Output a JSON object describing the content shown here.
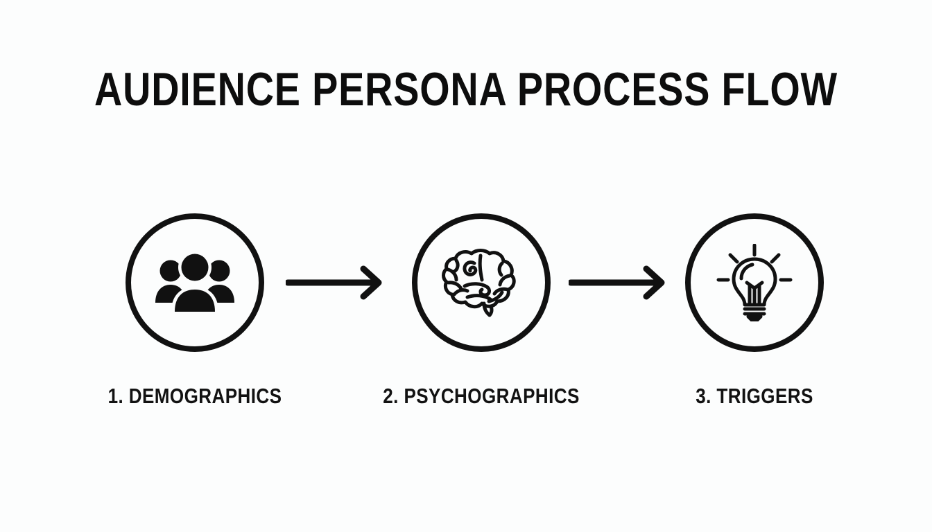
{
  "page": {
    "title": "AUDIENCE PERSONA PROCESS FLOW",
    "background_color": "#fcfdfd",
    "ink_color": "#111111"
  },
  "diagram": {
    "type": "process-flow",
    "orientation": "horizontal",
    "step_count": 3,
    "steps": [
      {
        "number": "1.",
        "label": "1. DEMOGRAPHICS",
        "icon": "people-group-icon",
        "icon_style": "solid"
      },
      {
        "number": "2.",
        "label": "2. PSYCHOGRAPHICS",
        "icon": "brain-icon",
        "icon_style": "outline"
      },
      {
        "number": "3.",
        "label": "3. TRIGGERS",
        "icon": "lightbulb-icon",
        "icon_style": "outline"
      }
    ],
    "connectors": [
      {
        "name": "arrow-right-icon",
        "from": "1. DEMOGRAPHICS",
        "to": "2. PSYCHOGRAPHICS"
      },
      {
        "name": "arrow-right-icon",
        "from": "2. PSYCHOGRAPHICS",
        "to": "3. TRIGGERS"
      }
    ]
  }
}
